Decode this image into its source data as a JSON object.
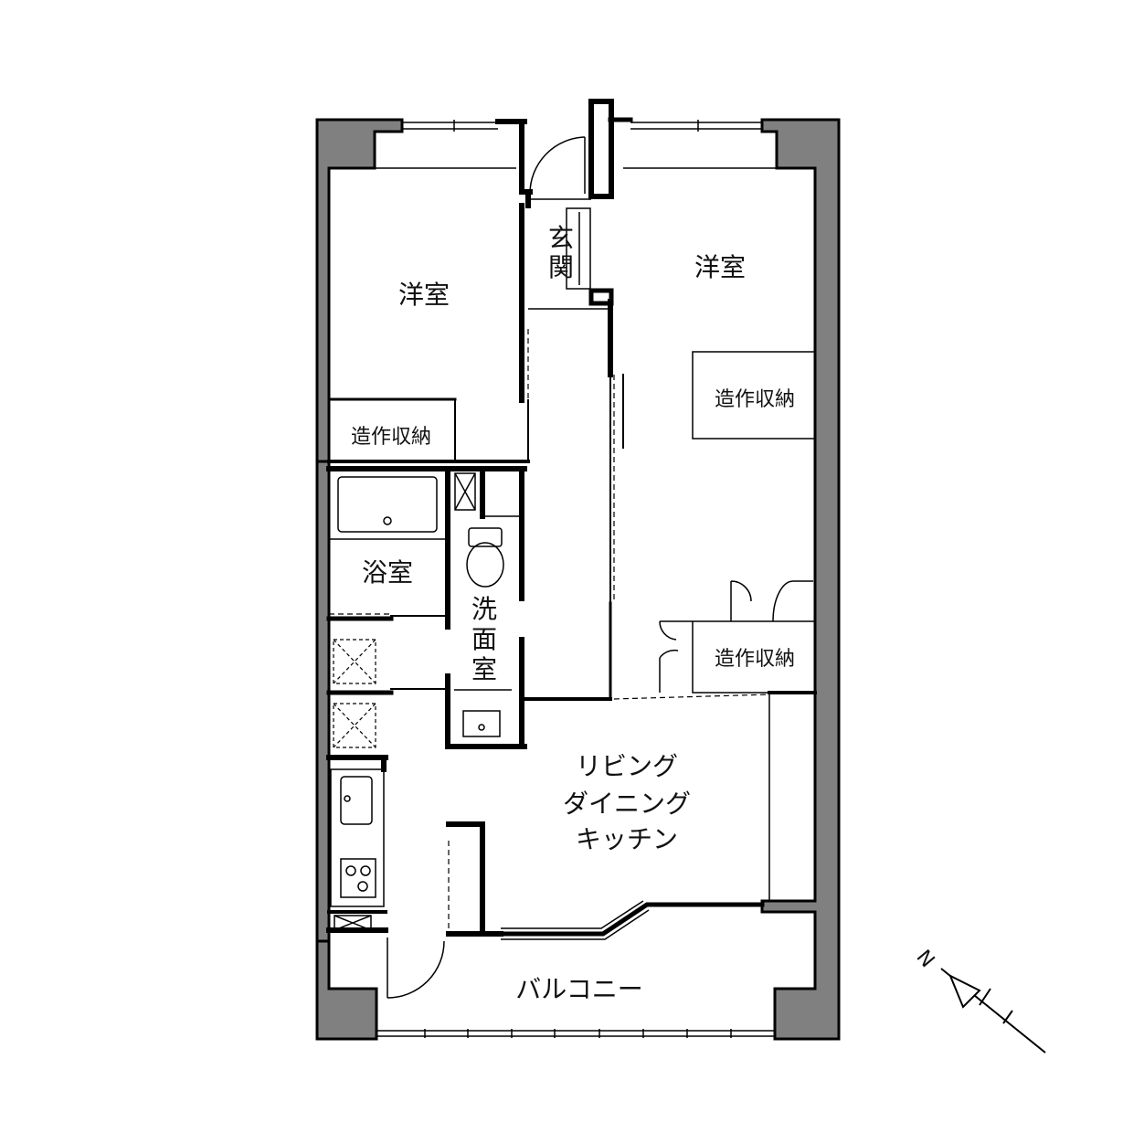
{
  "rooms": {
    "bedroom_left": "洋室",
    "bedroom_right": "洋室",
    "entrance": [
      "玄",
      "関"
    ],
    "bath": "浴室",
    "washroom": [
      "洗",
      "面",
      "室"
    ],
    "ldk": [
      "リビング",
      "ダイニング",
      "キッチン"
    ],
    "balcony": "バルコニー"
  },
  "storage": {
    "left": "造作収納",
    "right_upper": "造作収納",
    "right_lower": "造作収納"
  },
  "compass": {
    "north": "N"
  }
}
